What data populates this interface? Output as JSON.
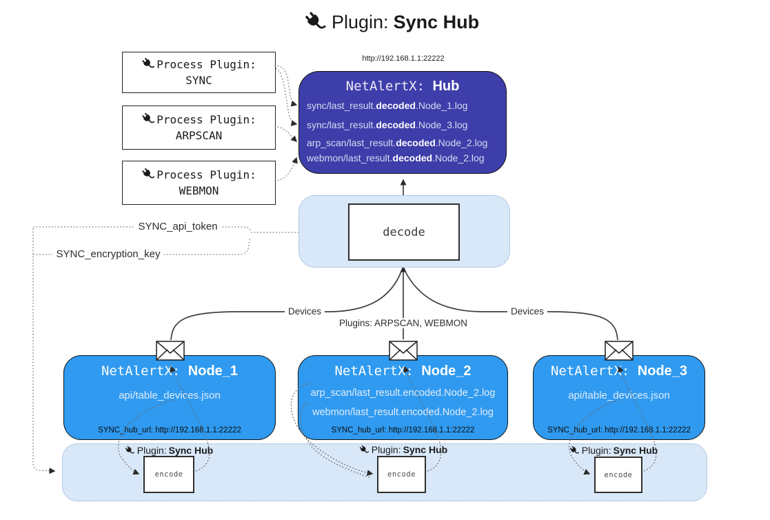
{
  "title": {
    "prefix": "Plugin:",
    "bold": "Sync Hub"
  },
  "hub": {
    "url": "http://192.168.1.1:22222",
    "name_prefix": "NetAlertX: ",
    "name_bold": "Hub",
    "logs": [
      {
        "pre": "sync/last_result.",
        "bold": "decoded",
        "post": ".Node_1.log"
      },
      {
        "pre": "sync/last_result.",
        "bold": "decoded",
        "post": ".Node_3.log"
      },
      {
        "pre": "arp_scan/last_result.",
        "bold": "decoded",
        "post": ".Node_2.log"
      },
      {
        "pre": "webmon/last_result.",
        "bold": "decoded",
        "post": ".Node_2.log"
      }
    ]
  },
  "process_plugins": [
    {
      "line1": "Process Plugin:",
      "line2": "SYNC"
    },
    {
      "line1": "Process Plugin:",
      "line2": "ARPSCAN"
    },
    {
      "line1": "Process Plugin:",
      "line2": "WEBMON"
    }
  ],
  "flow": {
    "decode_label": "decode",
    "sync_api_token": "SYNC_api_token",
    "sync_encryption_key": "SYNC_encryption_key",
    "devices_left": "Devices",
    "devices_right": "Devices",
    "plugins_mid": "Plugins: ARPSCAN, WEBMON"
  },
  "nodes": [
    {
      "name_prefix": "NetAlertX: ",
      "name_bold": "Node_1",
      "lines": [
        "api/table_devices.json"
      ],
      "footer": "SYNC_hub_url: http://192.168.1.1:22222"
    },
    {
      "name_prefix": "NetAlertX: ",
      "name_bold": "Node_2",
      "lines": [
        "arp_scan/last_result.encoded.Node_2.log",
        "webmon/last_result.encoded.Node_2.log"
      ],
      "footer": "SYNC_hub_url: http://192.168.1.1:22222"
    },
    {
      "name_prefix": "NetAlertX: ",
      "name_bold": "Node_3",
      "lines": [
        "api/table_devices.json"
      ],
      "footer": "SYNC_hub_url: http://192.168.1.1:22222"
    }
  ],
  "bottom": {
    "plugin_prefix": "Plugin: ",
    "plugin_bold": "Sync Hub",
    "encode_label": "encode"
  },
  "icons": {
    "plug": "plug-icon",
    "envelope": "envelope-icon"
  },
  "colors": {
    "hub_fill": "#3e3eaa",
    "node_fill": "#2f9af0",
    "panel_fill": "#d9e8f8",
    "panel_border": "#86a6c9"
  }
}
